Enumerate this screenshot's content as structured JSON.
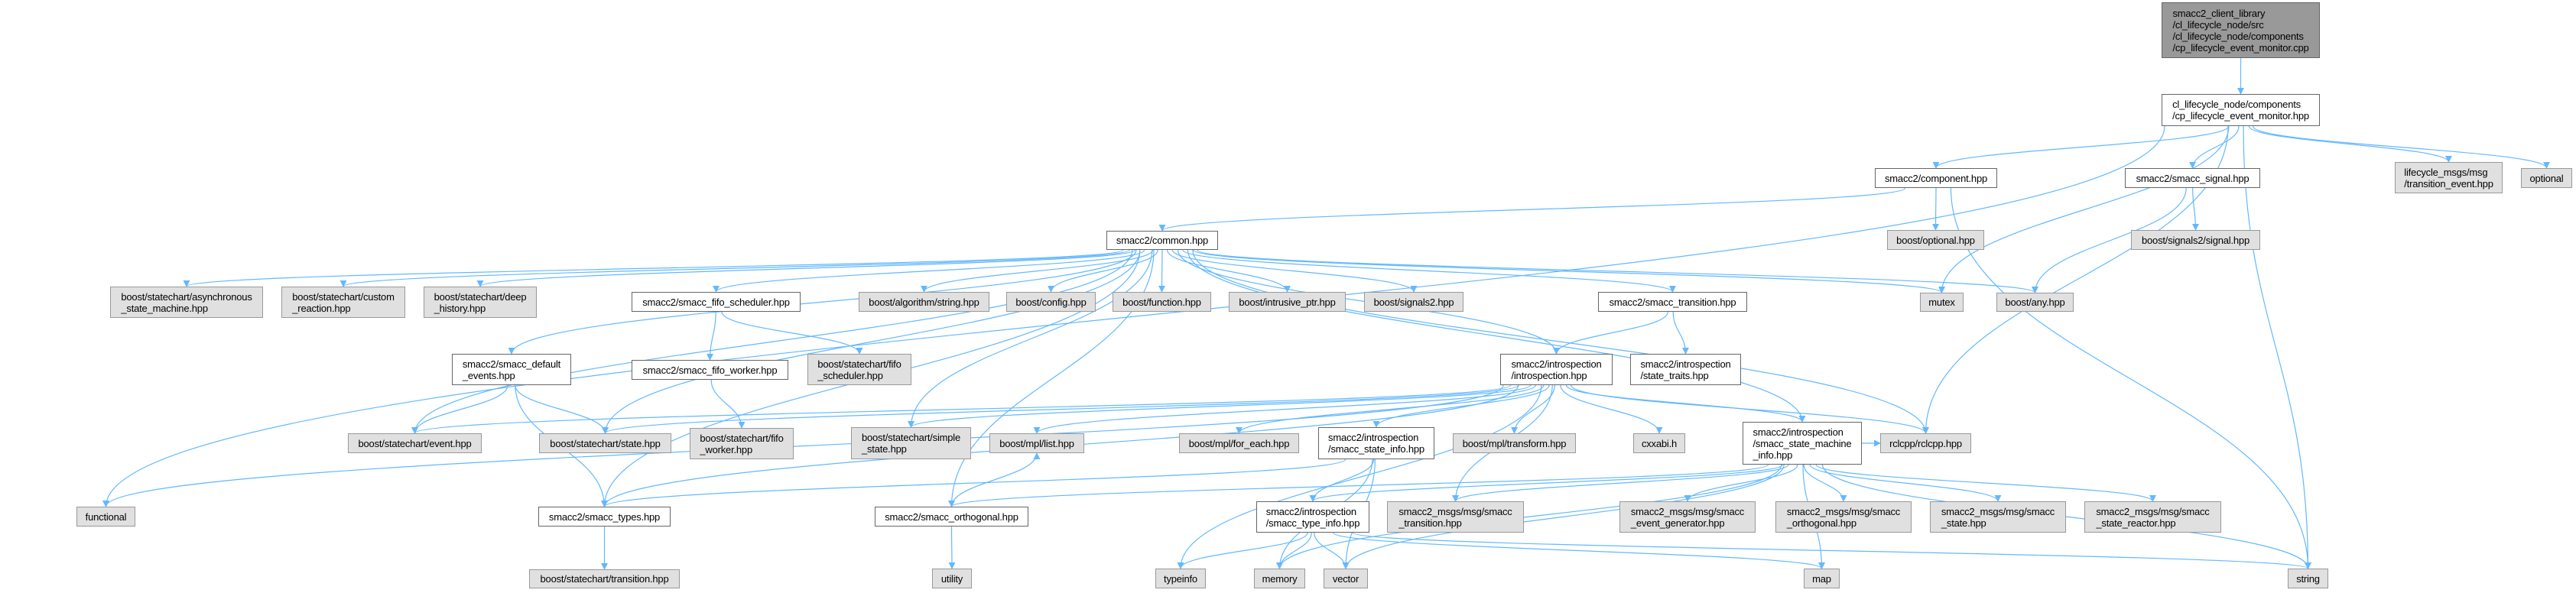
{
  "colors": {
    "edge": "#63b8ff",
    "root_fill": "#999999",
    "ext_fill": "#e0e0e0",
    "node_fill": "#ffffff"
  },
  "nodes": [
    {
      "id": "root",
      "kind": "root",
      "label": "smacc2_client_library\n/cl_lifecycle_node/src\n/cl_lifecycle_node/components\n/cp_lifecycle_event_monitor.cpp"
    },
    {
      "id": "main",
      "kind": "white",
      "label": "cl_lifecycle_node/components\n/cp_lifecycle_event_monitor.hpp"
    },
    {
      "id": "component",
      "kind": "white",
      "label": "smacc2/component.hpp"
    },
    {
      "id": "signal",
      "kind": "white",
      "label": "smacc2/smacc_signal.hpp"
    },
    {
      "id": "lifecycle_msgs",
      "kind": "ext",
      "label": "lifecycle_msgs/msg\n/transition_event.hpp"
    },
    {
      "id": "optional",
      "kind": "ext",
      "label": "optional"
    },
    {
      "id": "boost_optional",
      "kind": "ext",
      "label": "boost/optional.hpp"
    },
    {
      "id": "signals2_signal",
      "kind": "ext",
      "label": "boost/signals2/signal.hpp"
    },
    {
      "id": "common",
      "kind": "white",
      "label": "smacc2/common.hpp"
    },
    {
      "id": "async_sm",
      "kind": "ext",
      "label": "boost/statechart/asynchronous\n_state_machine.hpp"
    },
    {
      "id": "custom_reaction",
      "kind": "ext",
      "label": "boost/statechart/custom\n_reaction.hpp"
    },
    {
      "id": "deep_history",
      "kind": "ext",
      "label": "boost/statechart/deep\n_history.hpp"
    },
    {
      "id": "fifo_scheduler",
      "kind": "white",
      "label": "smacc2/smacc_fifo_scheduler.hpp"
    },
    {
      "id": "algo_string",
      "kind": "ext",
      "label": "boost/algorithm/string.hpp"
    },
    {
      "id": "config",
      "kind": "ext",
      "label": "boost/config.hpp"
    },
    {
      "id": "function",
      "kind": "ext",
      "label": "boost/function.hpp"
    },
    {
      "id": "intrusive_ptr",
      "kind": "ext",
      "label": "boost/intrusive_ptr.hpp"
    },
    {
      "id": "signals2",
      "kind": "ext",
      "label": "boost/signals2.hpp"
    },
    {
      "id": "smacc_transition",
      "kind": "white",
      "label": "smacc2/smacc_transition.hpp"
    },
    {
      "id": "mutex",
      "kind": "ext",
      "label": "mutex"
    },
    {
      "id": "boost_any",
      "kind": "ext",
      "label": "boost/any.hpp"
    },
    {
      "id": "default_events",
      "kind": "white",
      "label": "smacc2/smacc_default\n_events.hpp"
    },
    {
      "id": "fifo_worker",
      "kind": "white",
      "label": "smacc2/smacc_fifo_worker.hpp"
    },
    {
      "id": "sc_fifo_scheduler",
      "kind": "ext",
      "label": "boost/statechart/fifo\n_scheduler.hpp"
    },
    {
      "id": "introspection",
      "kind": "white",
      "label": "smacc2/introspection\n/introspection.hpp"
    },
    {
      "id": "state_traits",
      "kind": "white",
      "label": "smacc2/introspection\n/state_traits.hpp"
    },
    {
      "id": "event",
      "kind": "ext",
      "label": "boost/statechart/event.hpp"
    },
    {
      "id": "state",
      "kind": "ext",
      "label": "boost/statechart/state.hpp"
    },
    {
      "id": "sc_fifo_worker",
      "kind": "ext",
      "label": "boost/statechart/fifo\n_worker.hpp"
    },
    {
      "id": "simple_state",
      "kind": "ext",
      "label": "boost/statechart/simple\n_state.hpp"
    },
    {
      "id": "mpl_list",
      "kind": "ext",
      "label": "boost/mpl/list.hpp"
    },
    {
      "id": "for_each",
      "kind": "ext",
      "label": "boost/mpl/for_each.hpp"
    },
    {
      "id": "state_info",
      "kind": "white",
      "label": "smacc2/introspection\n/smacc_state_info.hpp"
    },
    {
      "id": "transform",
      "kind": "ext",
      "label": "boost/mpl/transform.hpp"
    },
    {
      "id": "cxxabi",
      "kind": "ext",
      "label": "cxxabi.h"
    },
    {
      "id": "sm_info",
      "kind": "white",
      "label": "smacc2/introspection\n/smacc_state_machine\n_info.hpp"
    },
    {
      "id": "rclcpp",
      "kind": "ext",
      "label": "rclcpp/rclcpp.hpp"
    },
    {
      "id": "functional",
      "kind": "ext",
      "label": "functional"
    },
    {
      "id": "smacc_types",
      "kind": "white",
      "label": "smacc2/smacc_types.hpp"
    },
    {
      "id": "orthogonal",
      "kind": "white",
      "label": "smacc2/smacc_orthogonal.hpp"
    },
    {
      "id": "type_info",
      "kind": "white",
      "label": "smacc2/introspection\n/smacc_type_info.hpp"
    },
    {
      "id": "msg_transition",
      "kind": "ext",
      "label": "smacc2_msgs/msg/smacc\n_transition.hpp"
    },
    {
      "id": "msg_event_gen",
      "kind": "ext",
      "label": "smacc2_msgs/msg/smacc\n_event_generator.hpp"
    },
    {
      "id": "msg_orthogonal",
      "kind": "ext",
      "label": "smacc2_msgs/msg/smacc\n_orthogonal.hpp"
    },
    {
      "id": "msg_state",
      "kind": "ext",
      "label": "smacc2_msgs/msg/smacc\n_state.hpp"
    },
    {
      "id": "msg_state_reactor",
      "kind": "ext",
      "label": "smacc2_msgs/msg/smacc\n_state_reactor.hpp"
    },
    {
      "id": "sc_transition",
      "kind": "ext",
      "label": "boost/statechart/transition.hpp"
    },
    {
      "id": "utility",
      "kind": "ext",
      "label": "utility"
    },
    {
      "id": "typeinfo",
      "kind": "ext",
      "label": "typeinfo"
    },
    {
      "id": "memory",
      "kind": "ext",
      "label": "memory"
    },
    {
      "id": "vector",
      "kind": "ext",
      "label": "vector"
    },
    {
      "id": "map",
      "kind": "ext",
      "label": "map"
    },
    {
      "id": "string",
      "kind": "ext",
      "label": "string"
    }
  ],
  "edges": [
    [
      "root",
      "main"
    ],
    [
      "main",
      "component"
    ],
    [
      "main",
      "signal"
    ],
    [
      "main",
      "lifecycle_msgs"
    ],
    [
      "main",
      "optional"
    ],
    [
      "main",
      "functional"
    ],
    [
      "main",
      "mutex"
    ],
    [
      "main",
      "rclcpp"
    ],
    [
      "main",
      "string"
    ],
    [
      "component",
      "common"
    ],
    [
      "component",
      "boost_optional"
    ],
    [
      "component",
      "string"
    ],
    [
      "signal",
      "signals2_signal"
    ],
    [
      "signal",
      "boost_any"
    ],
    [
      "common",
      "async_sm"
    ],
    [
      "common",
      "custom_reaction"
    ],
    [
      "common",
      "deep_history"
    ],
    [
      "common",
      "fifo_scheduler"
    ],
    [
      "common",
      "algo_string"
    ],
    [
      "common",
      "config"
    ],
    [
      "common",
      "function"
    ],
    [
      "common",
      "intrusive_ptr"
    ],
    [
      "common",
      "signals2"
    ],
    [
      "common",
      "smacc_transition"
    ],
    [
      "common",
      "mutex"
    ],
    [
      "common",
      "boost_any"
    ],
    [
      "common",
      "default_events"
    ],
    [
      "common",
      "event"
    ],
    [
      "common",
      "state"
    ],
    [
      "common",
      "simple_state"
    ],
    [
      "common",
      "introspection"
    ],
    [
      "common",
      "rclcpp"
    ],
    [
      "common",
      "sm_info"
    ],
    [
      "common",
      "smacc_types"
    ],
    [
      "common",
      "orthogonal"
    ],
    [
      "fifo_scheduler",
      "fifo_worker"
    ],
    [
      "fifo_scheduler",
      "sc_fifo_scheduler"
    ],
    [
      "fifo_worker",
      "sc_fifo_worker"
    ],
    [
      "default_events",
      "event"
    ],
    [
      "default_events",
      "state"
    ],
    [
      "default_events",
      "smacc_types"
    ],
    [
      "smacc_transition",
      "introspection"
    ],
    [
      "smacc_transition",
      "state_traits"
    ],
    [
      "introspection",
      "simple_state"
    ],
    [
      "introspection",
      "mpl_list"
    ],
    [
      "introspection",
      "for_each"
    ],
    [
      "introspection",
      "state_info"
    ],
    [
      "introspection",
      "transform"
    ],
    [
      "introspection",
      "cxxabi"
    ],
    [
      "introspection",
      "sm_info"
    ],
    [
      "introspection",
      "event"
    ],
    [
      "introspection",
      "state"
    ],
    [
      "introspection",
      "smacc_types"
    ],
    [
      "introspection",
      "typeinfo"
    ],
    [
      "introspection",
      "rclcpp"
    ],
    [
      "introspection",
      "msg_transition"
    ],
    [
      "introspection",
      "functional"
    ],
    [
      "state_info",
      "type_info"
    ],
    [
      "state_info",
      "smacc_types"
    ],
    [
      "state_info",
      "memory"
    ],
    [
      "state_info",
      "vector"
    ],
    [
      "type_info",
      "typeinfo"
    ],
    [
      "type_info",
      "memory"
    ],
    [
      "type_info",
      "vector"
    ],
    [
      "type_info",
      "map"
    ],
    [
      "type_info",
      "string"
    ],
    [
      "sm_info",
      "orthogonal"
    ],
    [
      "sm_info",
      "type_info"
    ],
    [
      "sm_info",
      "msg_transition"
    ],
    [
      "sm_info",
      "msg_event_gen"
    ],
    [
      "sm_info",
      "msg_orthogonal"
    ],
    [
      "sm_info",
      "msg_state"
    ],
    [
      "sm_info",
      "msg_state_reactor"
    ],
    [
      "sm_info",
      "string"
    ],
    [
      "sm_info",
      "map"
    ],
    [
      "sm_info",
      "memory"
    ],
    [
      "sm_info",
      "vector"
    ],
    [
      "sm_info",
      "rclcpp"
    ],
    [
      "smacc_types",
      "sc_transition"
    ],
    [
      "orthogonal",
      "utility"
    ],
    [
      "orthogonal",
      "mpl_list"
    ]
  ]
}
